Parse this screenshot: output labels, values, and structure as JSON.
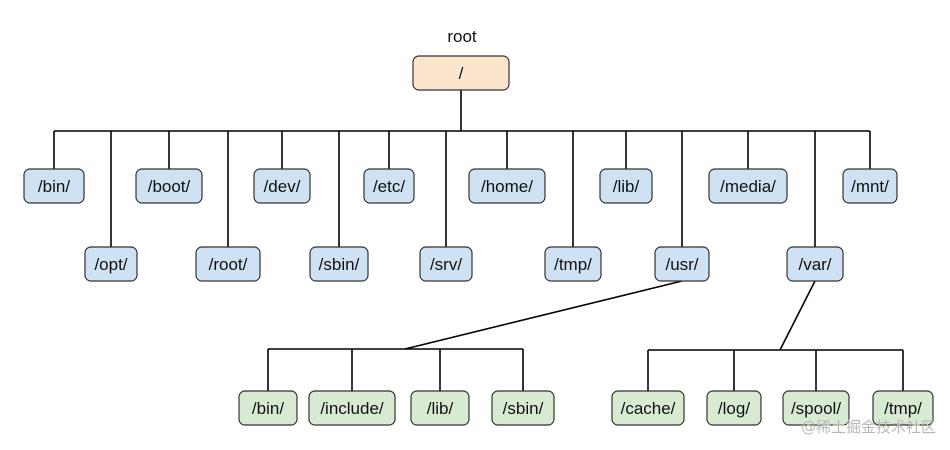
{
  "root": {
    "caption": "root",
    "label": "/",
    "fill": "#fce5cd"
  },
  "colors": {
    "level1_fill": "#cfe2f3",
    "level2_fill": "#d9ead3",
    "line": "#000000",
    "border": "#333333"
  },
  "level1": [
    {
      "id": "bin",
      "label": "/bin/"
    },
    {
      "id": "opt",
      "label": "/opt/"
    },
    {
      "id": "boot",
      "label": "/boot/"
    },
    {
      "id": "root",
      "label": "/root/"
    },
    {
      "id": "dev",
      "label": "/dev/"
    },
    {
      "id": "sbin",
      "label": "/sbin/"
    },
    {
      "id": "etc",
      "label": "/etc/"
    },
    {
      "id": "srv",
      "label": "/srv/"
    },
    {
      "id": "home",
      "label": "/home/"
    },
    {
      "id": "tmp",
      "label": "/tmp/"
    },
    {
      "id": "lib",
      "label": "/lib/"
    },
    {
      "id": "usr",
      "label": "/usr/"
    },
    {
      "id": "media",
      "label": "/media/"
    },
    {
      "id": "var",
      "label": "/var/"
    },
    {
      "id": "mnt",
      "label": "/mnt/"
    }
  ],
  "usr_children": [
    {
      "id": "usr-bin",
      "label": "/bin/"
    },
    {
      "id": "usr-include",
      "label": "/include/"
    },
    {
      "id": "usr-lib",
      "label": "/lib/"
    },
    {
      "id": "usr-sbin",
      "label": "/sbin/"
    }
  ],
  "var_children": [
    {
      "id": "var-cache",
      "label": "/cache/"
    },
    {
      "id": "var-log",
      "label": "/log/"
    },
    {
      "id": "var-spool",
      "label": "/spool/"
    },
    {
      "id": "var-tmp",
      "label": "/tmp/"
    }
  ],
  "watermark": "@稀土掘金技术社区"
}
